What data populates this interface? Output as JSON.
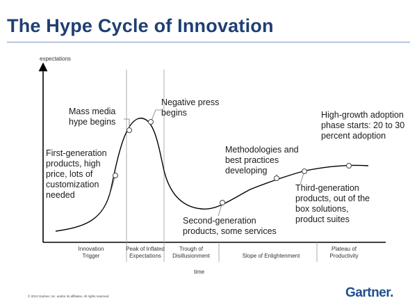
{
  "title": "The Hype Cycle of Innovation",
  "axes": {
    "y_label": "expectations",
    "x_label": "time"
  },
  "annotations": [
    {
      "id": "first-gen",
      "lines": [
        "First-generation",
        "products, high",
        "price, lots of",
        "customization",
        "needed"
      ]
    },
    {
      "id": "mass-media",
      "lines": [
        "Mass media",
        "hype begins"
      ]
    },
    {
      "id": "negative-press",
      "lines": [
        "Negative press",
        "begins"
      ]
    },
    {
      "id": "methodologies",
      "lines": [
        "Methodologies and",
        "best practices",
        "developing"
      ]
    },
    {
      "id": "high-growth",
      "lines": [
        "High-growth adoption",
        "phase starts: 20 to 30",
        "percent adoption"
      ]
    },
    {
      "id": "third-gen",
      "lines": [
        "Third-generation",
        "products, out of the",
        "box solutions,",
        "product suites"
      ]
    },
    {
      "id": "second-gen",
      "lines": [
        "Second-generation",
        "products, some services"
      ]
    }
  ],
  "phases": [
    {
      "id": "innovation-trigger",
      "lines": [
        "Innovation",
        "Trigger"
      ]
    },
    {
      "id": "peak",
      "lines": [
        "Peak of Inflated",
        "Expectations"
      ]
    },
    {
      "id": "trough",
      "lines": [
        "Trough of",
        "Disillusionment"
      ]
    },
    {
      "id": "slope",
      "lines": [
        "Slope of Enlightenment"
      ]
    },
    {
      "id": "plateau",
      "lines": [
        "Plateau of",
        "Productivity"
      ]
    }
  ],
  "footer": {
    "copyright": "© 2013 Gartner, Inc. and/or its affiliates. All rights reserved.",
    "brand": "Gartner",
    "brand_dot": "."
  },
  "colors": {
    "title": "#1f3f73",
    "brand": "#1f4f8f",
    "rule": "#7b96c2"
  }
}
